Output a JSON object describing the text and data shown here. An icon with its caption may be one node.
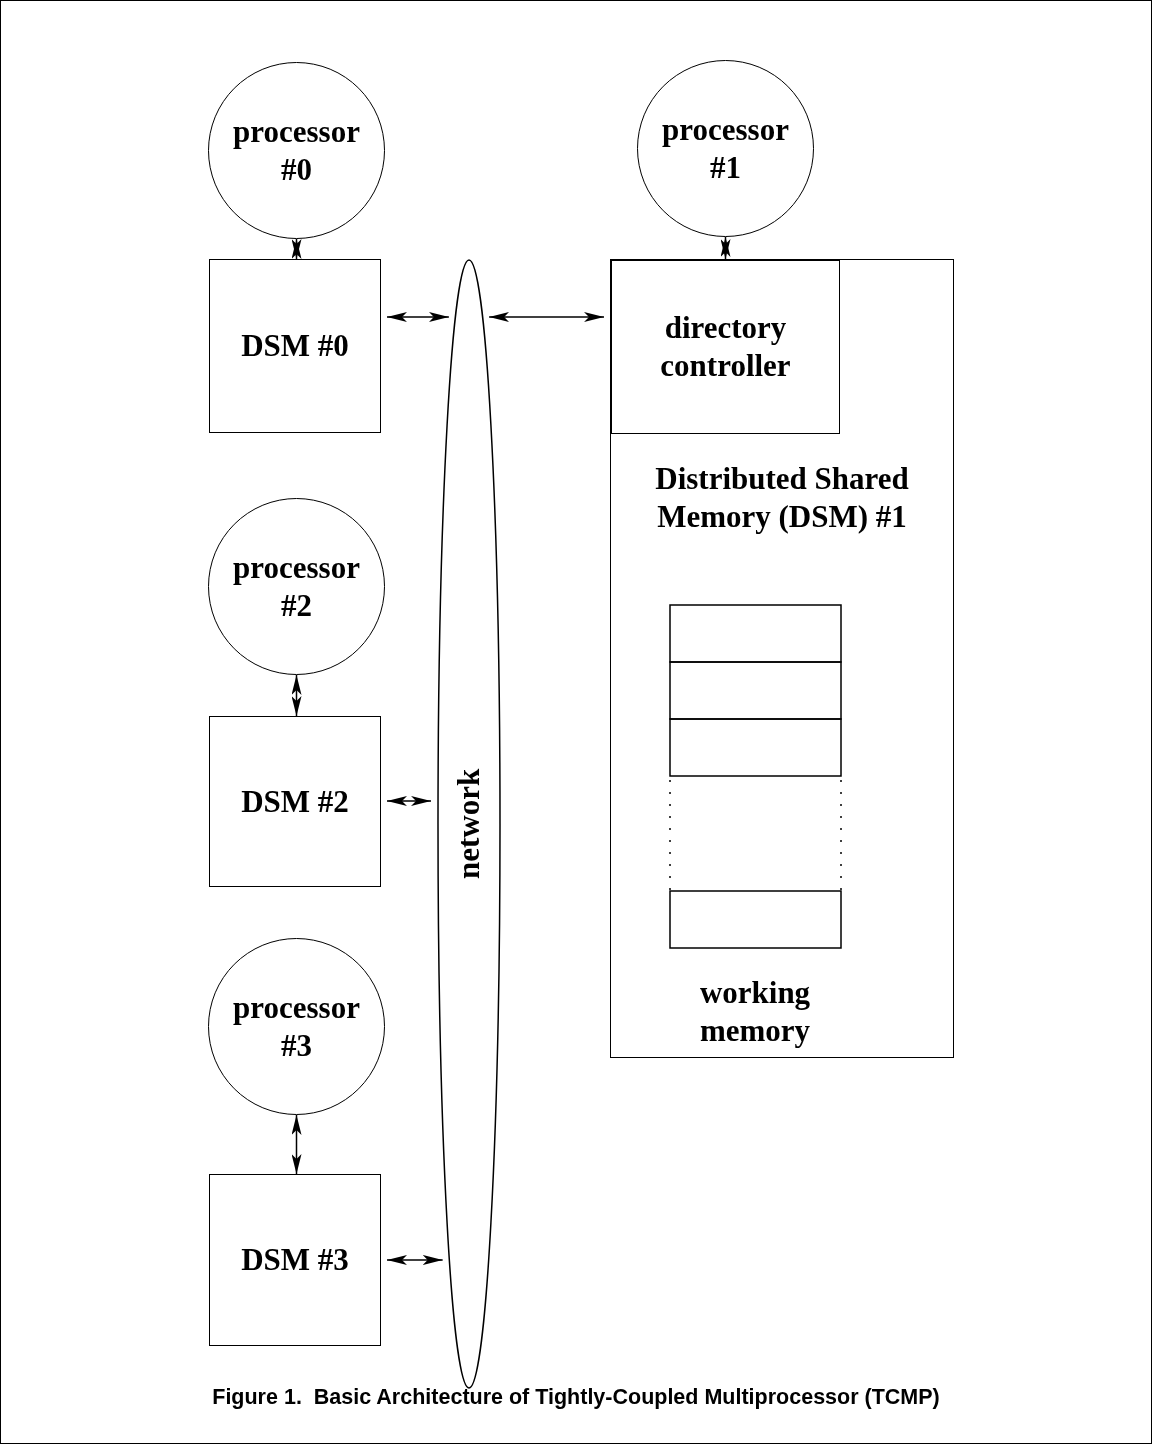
{
  "diagram": {
    "caption": "Figure 1.  Basic Architecture of Tightly-Coupled Multiprocessor (TCMP)",
    "nodes": [
      {
        "text": [
          "processor #0"
        ]
      },
      {
        "text": [
          "processor #1"
        ]
      },
      {
        "text": [
          "DSM #0"
        ]
      },
      {
        "text": [
          "network"
        ]
      },
      {
        "text": [
          "Distributed Shared Memory (DSM) #1"
        ]
      },
      {
        "text": [
          "directory controller"
        ],
        "in": 4
      },
      {
        "text": [
          "working memory"
        ],
        "in": 4
      },
      {
        "text": [
          "processor #2"
        ]
      },
      {
        "text": [
          "DSM #2"
        ]
      },
      {
        "text": [
          "processor #3"
        ]
      },
      {
        "text": [
          "DSM #3"
        ]
      }
    ],
    "edges": [
      {
        "from": 0,
        "to": 2,
        "arrow": "both"
      },
      {
        "from": 1,
        "to": 5,
        "arrow": "both"
      },
      {
        "from": 2,
        "to": 3,
        "arrow": "both"
      },
      {
        "from": 3,
        "to": 5,
        "arrow": "both"
      },
      {
        "from": 7,
        "to": 8,
        "arrow": "both"
      },
      {
        "from": 8,
        "to": 3,
        "arrow": "both"
      },
      {
        "from": 9,
        "to": 10,
        "arrow": "both"
      },
      {
        "from": 10,
        "to": 3,
        "arrow": "both"
      }
    ]
  }
}
